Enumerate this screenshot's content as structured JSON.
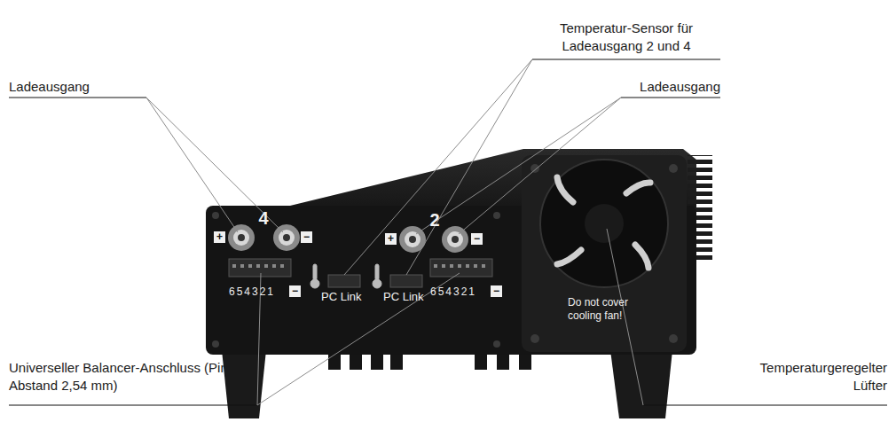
{
  "diagram": {
    "labels": [
      "Temperatur-Sensor für Ladeausgang 2 und 4",
      "Ladeausgang",
      "Ladeausgang",
      "4",
      "+",
      "−",
      "2",
      "+",
      "−",
      "654321",
      "−",
      "PC Link",
      "PC Link",
      "654321",
      "−",
      "Do not cover cooling fan!",
      "Universeller Balancer-Anschluss (Pin-Abstand 2,54 mm)",
      "Temperaturgeregelter Lüfter"
    ]
  }
}
